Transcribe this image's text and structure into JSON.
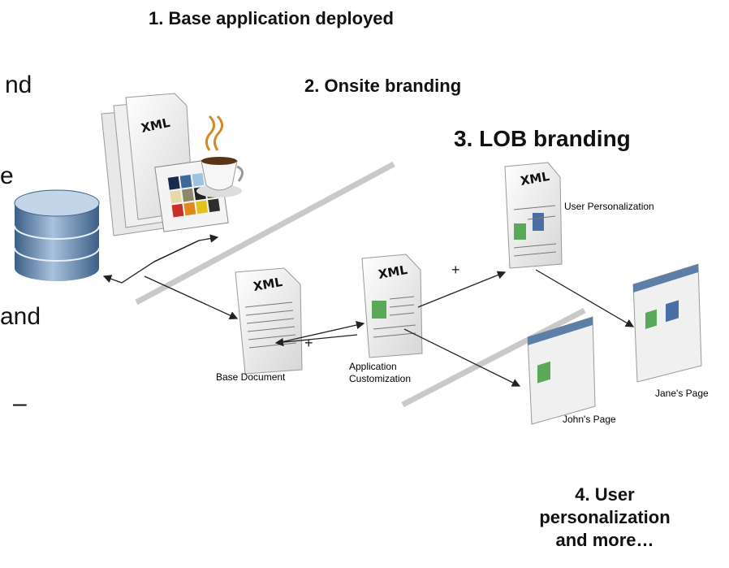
{
  "steps": {
    "step1": "1. Base application deployed",
    "step2": "2. Onsite branding",
    "step3": "3. LOB branding",
    "step4_line1": "4. User",
    "step4_line2": "personalization",
    "step4_line3": "and more…"
  },
  "left_fragments": {
    "frag1": "nd",
    "frag2": "e",
    "frag3": "and",
    "frag4": "–"
  },
  "diagram": {
    "xml_label": "XML",
    "plus_symbol": "+",
    "captions": {
      "base_document": "Base Document",
      "app_customization_line1": "Application",
      "app_customization_line2": "Customization",
      "user_personalization": "User Personalization",
      "janes_page": "Jane's Page",
      "johns_page": "John's Page"
    }
  },
  "colors": {
    "rail": "#c9c9c9",
    "db_blue": "#5b7fa6",
    "green_block": "#5aa85a",
    "blue_block": "#4a6fa5",
    "palette": [
      "#1a2a4a",
      "#3b6a9a",
      "#9ec3e0",
      "#d8d8d8",
      "#e6d9a8",
      "#8a8a6a",
      "#222222",
      "#556b2f",
      "#c8302a",
      "#e08a1e",
      "#e4c21e",
      "#2d2d2d"
    ]
  }
}
